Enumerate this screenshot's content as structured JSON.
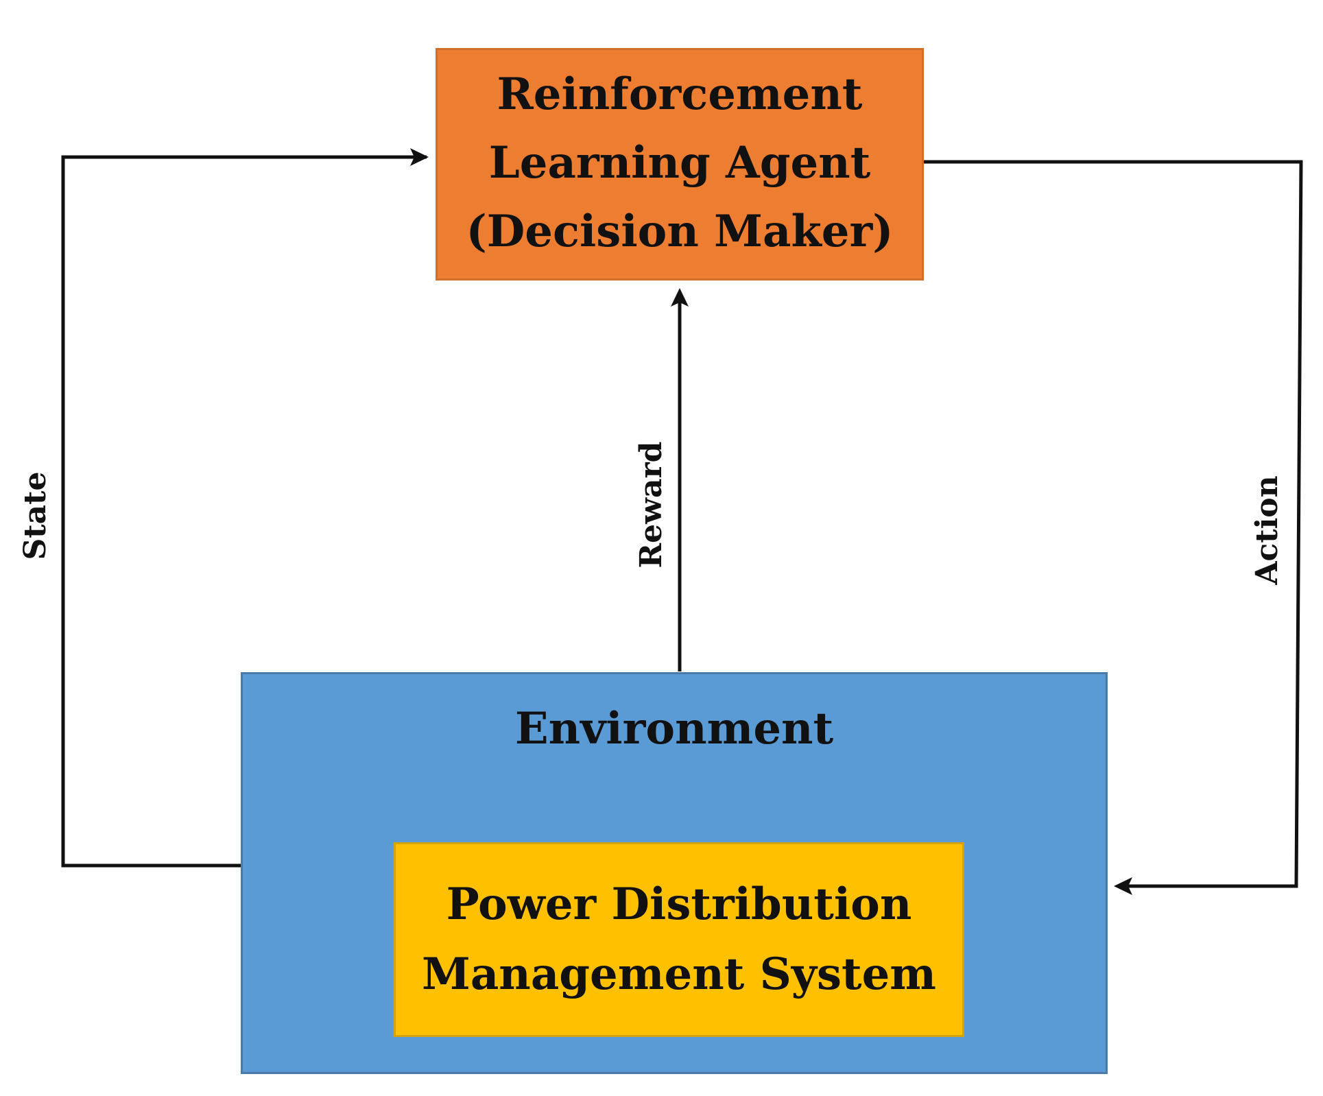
{
  "diagram": {
    "agent": {
      "label": "Reinforcement\nLearning Agent\n(Decision Maker)",
      "color": "#ed7d31"
    },
    "environment": {
      "label": "Environment",
      "color": "#5b9bd5"
    },
    "system": {
      "label": "Power Distribution\nManagement System",
      "color": "#ffc000"
    },
    "edges": {
      "state": "State",
      "reward": "Reward",
      "action": "Action"
    }
  }
}
